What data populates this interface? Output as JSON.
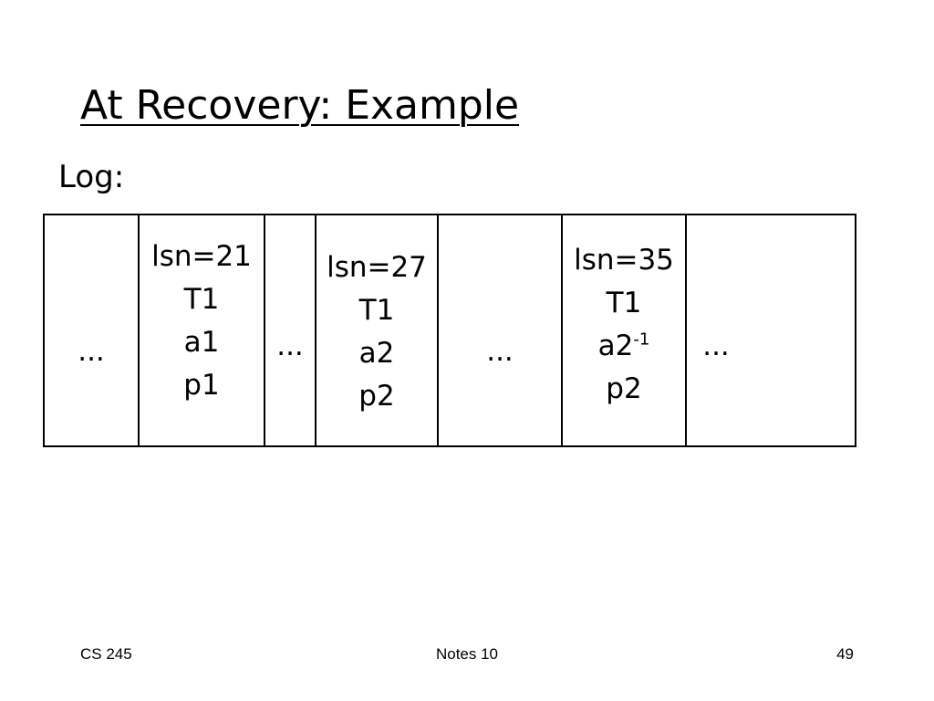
{
  "slide": {
    "title": "At Recovery: Example",
    "log_label": "Log:"
  },
  "log": {
    "cells": [
      {
        "lines": [
          "..."
        ]
      },
      {
        "lines": [
          "lsn=21",
          "T1",
          "a1",
          "p1"
        ]
      },
      {
        "lines": [
          "..."
        ]
      },
      {
        "lines": [
          "lsn=27",
          "T1",
          "a2",
          "p2"
        ]
      },
      {
        "lines": [
          "..."
        ]
      },
      {
        "lines": [
          "lsn=35",
          "T1",
          "a2",
          "p2"
        ],
        "sup": "-1"
      },
      {
        "lines": [
          "..."
        ]
      }
    ]
  },
  "footer": {
    "left": "CS 245",
    "center": "Notes 10",
    "right": "49"
  }
}
